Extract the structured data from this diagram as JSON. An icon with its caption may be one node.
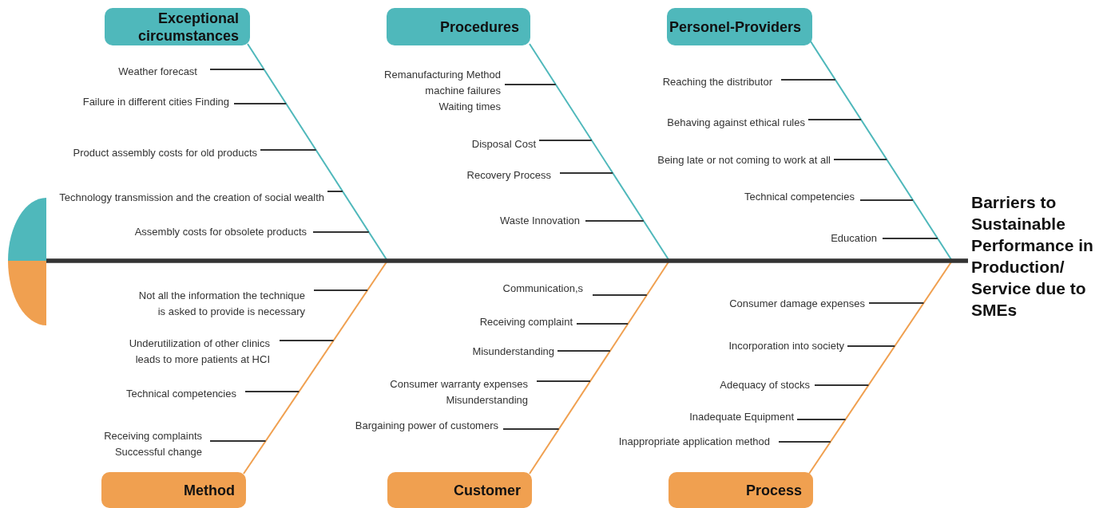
{
  "diagram": {
    "nodes": [
      {
        "text": [
          "Exceptional circumstances"
        ]
      },
      {
        "text": [
          "Weather forecast"
        ]
      },
      {
        "text": [
          "Failure in different cities Finding"
        ]
      },
      {
        "text": [
          "Product assembly costs for old products"
        ]
      },
      {
        "text": [
          "Technology transmission and the creation of social wealth"
        ]
      },
      {
        "text": [
          "Assembly costs for obsolete products"
        ]
      },
      {
        "text": [
          "Procedures"
        ]
      },
      {
        "text": [
          "Remanufacturing Method machine failures Waiting times"
        ]
      },
      {
        "text": [
          "Disposal Cost"
        ]
      },
      {
        "text": [
          "Recovery Process"
        ]
      },
      {
        "text": [
          "Waste Innovation"
        ]
      },
      {
        "text": [
          "Personel-Providers"
        ]
      },
      {
        "text": [
          "Reaching the distributor"
        ]
      },
      {
        "text": [
          "Behaving against ethical rules"
        ]
      },
      {
        "text": [
          "Being late or not coming to work at all"
        ]
      },
      {
        "text": [
          "Technical competencies"
        ]
      },
      {
        "text": [
          "Education"
        ]
      },
      {
        "text": [
          "Barriers to Sustainable Performance in Production/ Service due to SMEs"
        ]
      },
      {
        "text": [],
        "shape": "half-circle"
      },
      {
        "text": [],
        "shape": "half-circle"
      },
      {
        "text": [
          "Method"
        ]
      },
      {
        "text": [
          "Not all the information the technique is asked to provide is necessary"
        ]
      },
      {
        "text": [
          "Underutilization of other clinics leads to more patients at HCI"
        ]
      },
      {
        "text": [
          "Technical competencies"
        ]
      },
      {
        "text": [
          "Receiving complaints Successful change"
        ]
      },
      {
        "text": [
          "Customer"
        ]
      },
      {
        "text": [
          "Communication,s"
        ]
      },
      {
        "text": [
          "Receiving complaint"
        ]
      },
      {
        "text": [
          "Misunderstanding"
        ]
      },
      {
        "text": [
          "Consumer warranty expenses Misunderstanding"
        ]
      },
      {
        "text": [
          "Bargaining power of customers"
        ]
      },
      {
        "text": [
          "Process"
        ]
      },
      {
        "text": [
          "Consumer damage expenses"
        ]
      },
      {
        "text": [
          "Incorporation into society"
        ]
      },
      {
        "text": [
          "Adequacy of stocks"
        ]
      },
      {
        "text": [
          "Inadequate Equipment"
        ]
      },
      {
        "text": [
          "Inappropriate application method"
        ]
      }
    ],
    "edges": [
      {
        "from": 0,
        "to": null,
        "arrow": "none",
        "color": "#4fb8bb"
      },
      {
        "from": 1,
        "to": null,
        "arrow": "none"
      },
      {
        "from": 2,
        "to": null,
        "arrow": "none"
      },
      {
        "from": 3,
        "to": null,
        "arrow": "none"
      },
      {
        "from": 4,
        "to": null,
        "arrow": "none"
      },
      {
        "from": 5,
        "to": null,
        "arrow": "none"
      },
      {
        "from": 6,
        "to": null,
        "arrow": "none",
        "color": "#4fb8bb"
      },
      {
        "from": 7,
        "to": null,
        "arrow": "none"
      },
      {
        "from": 8,
        "to": null,
        "arrow": "none"
      },
      {
        "from": 9,
        "to": null,
        "arrow": "none"
      },
      {
        "from": 10,
        "to": null,
        "arrow": "none"
      },
      {
        "from": 11,
        "to": 17,
        "arrow": "none",
        "color": "#4fb8bb"
      },
      {
        "from": 12,
        "to": null,
        "arrow": "none"
      },
      {
        "from": 13,
        "to": null,
        "arrow": "none"
      },
      {
        "from": 14,
        "to": null,
        "arrow": "none"
      },
      {
        "from": 15,
        "to": null,
        "arrow": "none"
      },
      {
        "from": 16,
        "to": null,
        "arrow": "none"
      },
      {
        "from": 20,
        "to": null,
        "arrow": "none",
        "color": "#f0a050"
      },
      {
        "from": 21,
        "to": null,
        "arrow": "none"
      },
      {
        "from": 22,
        "to": null,
        "arrow": "none"
      },
      {
        "from": 23,
        "to": null,
        "arrow": "none"
      },
      {
        "from": 24,
        "to": null,
        "arrow": "none"
      },
      {
        "from": 25,
        "to": null,
        "arrow": "none",
        "color": "#f0a050"
      },
      {
        "from": 26,
        "to": null,
        "arrow": "none"
      },
      {
        "from": 27,
        "to": null,
        "arrow": "none"
      },
      {
        "from": 28,
        "to": null,
        "arrow": "none"
      },
      {
        "from": 29,
        "to": null,
        "arrow": "none"
      },
      {
        "from": 30,
        "to": null,
        "arrow": "none"
      },
      {
        "from": 31,
        "to": 17,
        "arrow": "none",
        "color": "#f0a050"
      },
      {
        "from": 32,
        "to": null,
        "arrow": "none"
      },
      {
        "from": 33,
        "to": null,
        "arrow": "none"
      },
      {
        "from": 34,
        "to": null,
        "arrow": "none"
      },
      {
        "from": 35,
        "to": null,
        "arrow": "none"
      },
      {
        "from": 36,
        "to": null,
        "arrow": "none"
      },
      {
        "from": 18,
        "to": 17,
        "arrow": "none",
        "style": "thick"
      },
      {
        "from": 19,
        "to": 17,
        "arrow": "none",
        "style": "thick"
      }
    ]
  }
}
